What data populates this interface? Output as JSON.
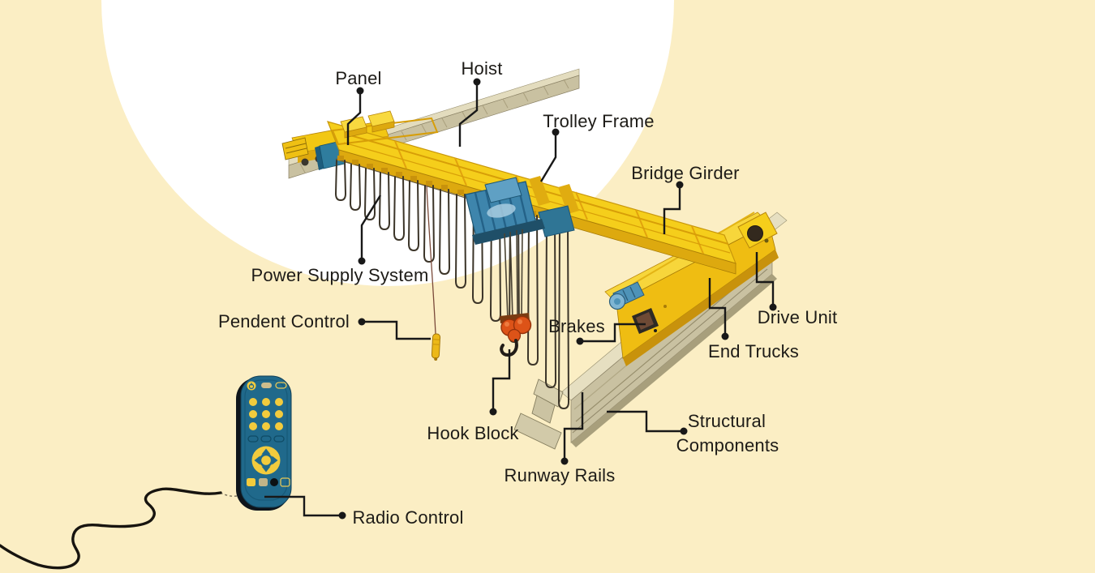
{
  "diagram_labels": {
    "panel": "Panel",
    "hoist": "Hoist",
    "trolley_frame": "Trolley Frame",
    "bridge_girder": "Bridge Girder",
    "power_supply_system": "Power Supply System",
    "pendent_control": "Pendent Control",
    "brakes": "Brakes",
    "end_trucks": "End Trucks",
    "drive_unit": "Drive Unit",
    "hook_block": "Hook Block",
    "structural_components_line_1": "Structural",
    "structural_components_line_2": "Components",
    "runway_rails": "Runway Rails",
    "radio_control": "Radio Control"
  },
  "colors": {
    "background": "#FBEEC4",
    "spotlight_circle": "#FFFFFF",
    "crane_yellow": "#F5CE1B",
    "crane_yellow_shade": "#DDA90F",
    "crane_yellow_light": "#F7D63B",
    "hoist_blue": "#3E85AC",
    "motor_blue": "#4E93B8",
    "hook_orange": "#DD5318",
    "rail_tan": "#C9C1A1",
    "rail_tan_light": "#E6DFC1",
    "remote_teal": "#20698B",
    "remote_button_yellow": "#F2CB3D",
    "label_text": "#1D1B17",
    "leader_line": "#181818"
  }
}
